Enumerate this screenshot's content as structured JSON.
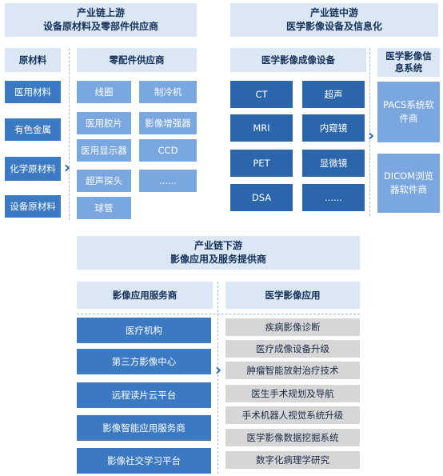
{
  "upstream": {
    "title_line1": "产业链上游",
    "title_line2": "设备原材料及零部件供应商",
    "materials_header": "原材料",
    "materials": [
      "医用材料",
      "有色金属",
      "化学原材料",
      "设备原材料"
    ],
    "parts_header": "零配件供应商",
    "parts": [
      "线圈",
      "制冷机",
      "医用胶片",
      "影像增强器",
      "医用显示器",
      "CCD",
      "超声探头",
      "......",
      "球管"
    ]
  },
  "midstream": {
    "title_line1": "产业链中游",
    "title_line2": "医学影像设备及信息化",
    "imaging_header": "医学影像成像设备",
    "imaging": [
      "CT",
      "超声",
      "MRI",
      "内窥镜",
      "PET",
      "显微镜",
      "DSA",
      "......"
    ],
    "info_header": "医学影像信息系统",
    "info": [
      "PACS系统软件商",
      "DICOM浏览器软件商"
    ]
  },
  "downstream": {
    "title_line1": "产业链下游",
    "title_line2": "影像应用及服务提供商",
    "services_header": "影像应用服务商",
    "services": [
      "医疗机构",
      "第三方影像中心",
      "远程读片云平台",
      "影像智能应用服务商",
      "影像社交学习平台"
    ],
    "apps_header": "医学影像应用",
    "apps": [
      "疾病影像诊断",
      "医疗成像设备升级",
      "肿瘤智能放射治疗技术",
      "医生手术规划及导航",
      "手术机器人视觉系统升级",
      "医学影像数据挖掘系统",
      "数字化病理学研究"
    ]
  },
  "arrows": [
    "›",
    "›",
    "›"
  ]
}
